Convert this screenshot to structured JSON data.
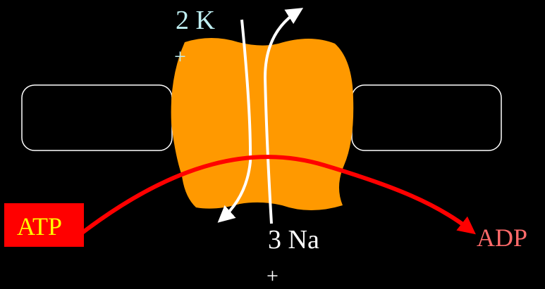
{
  "diagram": {
    "potassium": {
      "ion": "2 K",
      "charge": "+"
    },
    "sodium": {
      "ion": "3 Na",
      "charge": "+"
    },
    "atp": "ATP",
    "adp": "ADP"
  },
  "colors": {
    "background": "#000000",
    "pump_protein": "#ff9900",
    "atp_box": "#ff0000",
    "atp_text": "#ffff00",
    "adp_text": "#ff6a6a",
    "potassium_text": "#bfeff2",
    "sodium_text": "#ffffff",
    "energy_arrow": "#ff0000",
    "ion_arrows": "#ffffff",
    "membrane_outline": "#ffffff"
  }
}
